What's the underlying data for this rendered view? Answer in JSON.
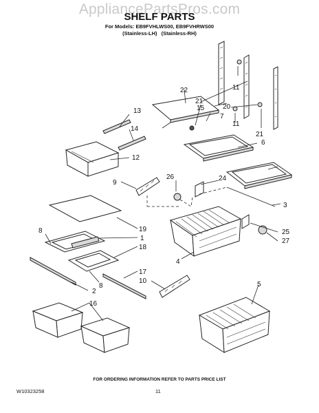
{
  "watermark": "AppliancePartsPros.com",
  "title": "SHELF PARTS",
  "models_line": "For Models: EB9FVHLWS00, EB9FVHRWS00",
  "variants_line": "(Stainless-LH)   (Stainless-RH)",
  "footer_note": "FOR ORDERING INFORMATION REFER TO PARTS PRICE LIST",
  "doc_number": "W10323258",
  "page_number": "11",
  "callouts": {
    "c1": "1",
    "c2": "2",
    "c3": "3",
    "c4": "4",
    "c5": "5",
    "c6": "6",
    "c7": "7",
    "c8a": "8",
    "c8b": "8",
    "c9": "9",
    "c10": "10",
    "c11a": "11",
    "c11b": "11",
    "c12": "12",
    "c13": "13",
    "c14": "14",
    "c15": "15",
    "c16": "16",
    "c17": "17",
    "c18": "18",
    "c19": "19",
    "c20": "20",
    "c21a": "21",
    "c21b": "21",
    "c22": "22",
    "c24": "24",
    "c25": "25",
    "c26": "26",
    "c27": "27"
  }
}
